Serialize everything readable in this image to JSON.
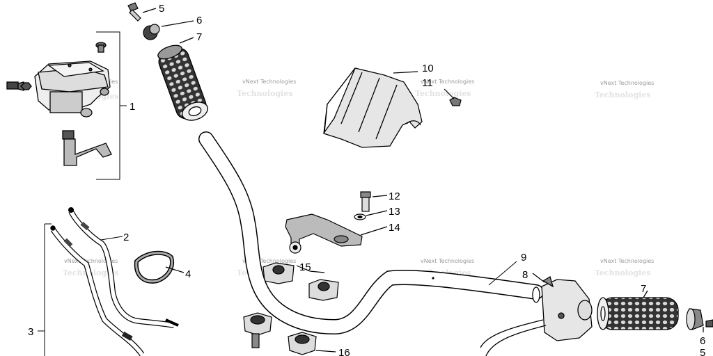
{
  "diagram": {
    "callouts": [
      {
        "id": "c1",
        "text": "1"
      },
      {
        "id": "c2",
        "text": "2"
      },
      {
        "id": "c3",
        "text": "3"
      },
      {
        "id": "c4",
        "text": "4"
      },
      {
        "id": "c5a",
        "text": "5"
      },
      {
        "id": "c5b",
        "text": "5"
      },
      {
        "id": "c6a",
        "text": "6"
      },
      {
        "id": "c6b",
        "text": "6"
      },
      {
        "id": "c7a",
        "text": "7"
      },
      {
        "id": "c7b",
        "text": "7"
      },
      {
        "id": "c8",
        "text": "8"
      },
      {
        "id": "c9",
        "text": "9"
      },
      {
        "id": "c10",
        "text": "10"
      },
      {
        "id": "c11",
        "text": "11"
      },
      {
        "id": "c12",
        "text": "12"
      },
      {
        "id": "c13",
        "text": "13"
      },
      {
        "id": "c14",
        "text": "14"
      },
      {
        "id": "c15",
        "text": "15"
      },
      {
        "id": "c16",
        "text": "16"
      }
    ],
    "watermark": {
      "text": "vNext Technologies"
    }
  }
}
